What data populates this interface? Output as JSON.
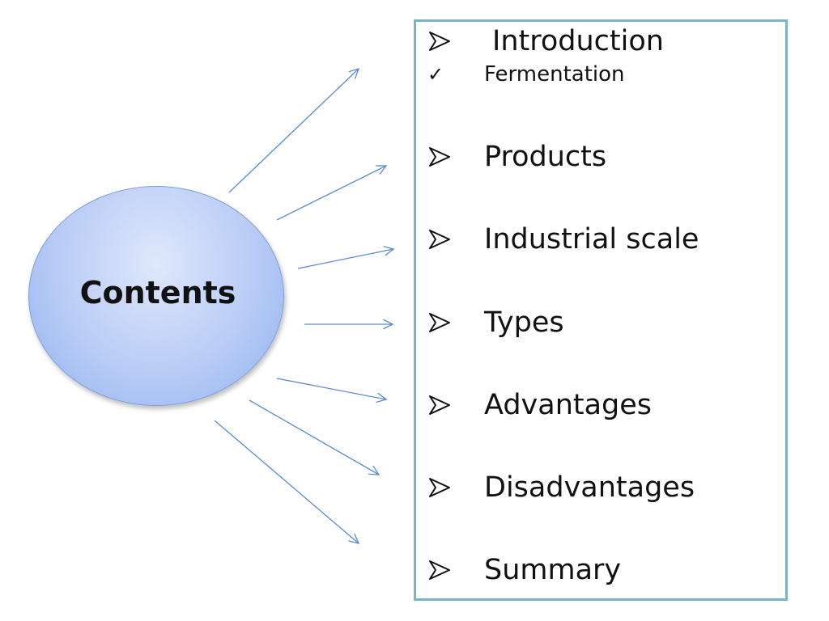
{
  "center": {
    "label": "Contents"
  },
  "list": {
    "items": [
      {
        "label": "Introduction",
        "bullet": "arrow-bullet-icon"
      },
      {
        "label": "Products",
        "bullet": "arrow-bullet-icon"
      },
      {
        "label": "Industrial scale",
        "bullet": "arrow-bullet-icon"
      },
      {
        "label": "Types",
        "bullet": "arrow-bullet-icon"
      },
      {
        "label": "Advantages",
        "bullet": "arrow-bullet-icon"
      },
      {
        "label": "Disadvantages",
        "bullet": "arrow-bullet-icon"
      },
      {
        "label": "Summary",
        "bullet": "arrow-bullet-icon"
      }
    ],
    "subitem": {
      "label": "Fermentation",
      "bullet": "check-mark-icon"
    }
  },
  "colors": {
    "arrow": "#5b8bd0",
    "box_border": "#7bb5c4",
    "ellipse_fill": "#b9ccf6"
  }
}
